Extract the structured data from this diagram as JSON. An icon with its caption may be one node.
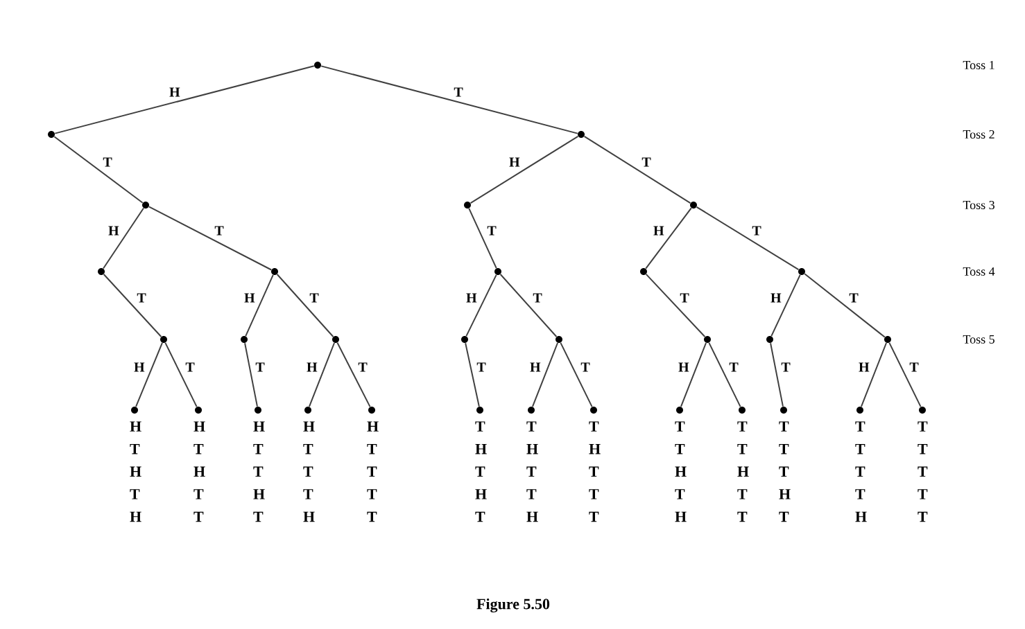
{
  "diagram": {
    "caption": "Figure 5.50",
    "nodes": [
      {
        "text": [],
        "shape": "circle"
      },
      {
        "text": [],
        "shape": "circle"
      },
      {
        "text": [],
        "shape": "circle"
      },
      {
        "text": [],
        "shape": "circle"
      },
      {
        "text": [],
        "shape": "circle"
      },
      {
        "text": [],
        "shape": "circle"
      },
      {
        "text": [],
        "shape": "circle"
      },
      {
        "text": [],
        "shape": "circle"
      },
      {
        "text": [],
        "shape": "circle"
      },
      {
        "text": [],
        "shape": "circle"
      },
      {
        "text": [],
        "shape": "circle"
      },
      {
        "text": [],
        "shape": "circle"
      },
      {
        "text": [],
        "shape": "circle"
      },
      {
        "text": [],
        "shape": "circle"
      },
      {
        "text": [],
        "shape": "circle"
      },
      {
        "text": [],
        "shape": "circle"
      },
      {
        "text": [],
        "shape": "circle"
      },
      {
        "text": [],
        "shape": "circle"
      },
      {
        "text": [],
        "shape": "circle"
      },
      {
        "text": [],
        "shape": "circle",
        "beside": [
          "H T H T H"
        ]
      },
      {
        "text": [],
        "shape": "circle",
        "beside": [
          "H T H T T"
        ]
      },
      {
        "text": [],
        "shape": "circle",
        "beside": [
          "H T T H T"
        ]
      },
      {
        "text": [],
        "shape": "circle",
        "beside": [
          "H T T T H"
        ]
      },
      {
        "text": [],
        "shape": "circle",
        "beside": [
          "H T T T T"
        ]
      },
      {
        "text": [],
        "shape": "circle",
        "beside": [
          "T H T H T"
        ]
      },
      {
        "text": [],
        "shape": "circle",
        "beside": [
          "T H T T H"
        ]
      },
      {
        "text": [],
        "shape": "circle",
        "beside": [
          "T H T T T"
        ]
      },
      {
        "text": [],
        "shape": "circle",
        "beside": [
          "T T H T H"
        ]
      },
      {
        "text": [],
        "shape": "circle",
        "beside": [
          "T T H T T"
        ]
      },
      {
        "text": [],
        "shape": "circle",
        "beside": [
          "T T T H T"
        ]
      },
      {
        "text": [],
        "shape": "circle",
        "beside": [
          "T T T T H"
        ]
      },
      {
        "text": [],
        "shape": "circle",
        "beside": [
          "T T T T T"
        ]
      }
    ],
    "edges": [
      {
        "from": 0,
        "to": 1,
        "arrow": "none",
        "label": "H"
      },
      {
        "from": 0,
        "to": 2,
        "arrow": "none",
        "label": "T"
      },
      {
        "from": 1,
        "to": 3,
        "arrow": "none",
        "label": "T"
      },
      {
        "from": 2,
        "to": 4,
        "arrow": "none",
        "label": "H"
      },
      {
        "from": 2,
        "to": 5,
        "arrow": "none",
        "label": "T"
      },
      {
        "from": 3,
        "to": 6,
        "arrow": "none",
        "label": "H"
      },
      {
        "from": 3,
        "to": 7,
        "arrow": "none",
        "label": "T"
      },
      {
        "from": 4,
        "to": 8,
        "arrow": "none",
        "label": "T"
      },
      {
        "from": 5,
        "to": 9,
        "arrow": "none",
        "label": "H"
      },
      {
        "from": 5,
        "to": 10,
        "arrow": "none",
        "label": "T"
      },
      {
        "from": 6,
        "to": 11,
        "arrow": "none",
        "label": "T"
      },
      {
        "from": 7,
        "to": 12,
        "arrow": "none",
        "label": "H"
      },
      {
        "from": 7,
        "to": 13,
        "arrow": "none",
        "label": "T"
      },
      {
        "from": 8,
        "to": 14,
        "arrow": "none",
        "label": "H"
      },
      {
        "from": 8,
        "to": 15,
        "arrow": "none",
        "label": "T"
      },
      {
        "from": 9,
        "to": 16,
        "arrow": "none",
        "label": "T"
      },
      {
        "from": 10,
        "to": 17,
        "arrow": "none",
        "label": "H"
      },
      {
        "from": 10,
        "to": 18,
        "arrow": "none",
        "label": "T"
      },
      {
        "from": 11,
        "to": 19,
        "arrow": "none",
        "label": "H"
      },
      {
        "from": 11,
        "to": 20,
        "arrow": "none",
        "label": "T"
      },
      {
        "from": 12,
        "to": 21,
        "arrow": "none",
        "label": "T"
      },
      {
        "from": 13,
        "to": 22,
        "arrow": "none",
        "label": "H"
      },
      {
        "from": 13,
        "to": 23,
        "arrow": "none",
        "label": "T"
      },
      {
        "from": 14,
        "to": 24,
        "arrow": "none",
        "label": "T"
      },
      {
        "from": 15,
        "to": 25,
        "arrow": "none",
        "label": "H"
      },
      {
        "from": 15,
        "to": 26,
        "arrow": "none",
        "label": "T"
      },
      {
        "from": 16,
        "to": 27,
        "arrow": "none",
        "label": "H"
      },
      {
        "from": 16,
        "to": 28,
        "arrow": "none",
        "label": "T"
      },
      {
        "from": 17,
        "to": 29,
        "arrow": "none",
        "label": "T"
      },
      {
        "from": 18,
        "to": 30,
        "arrow": "none",
        "label": "H"
      },
      {
        "from": 18,
        "to": 31,
        "arrow": "none",
        "label": "T"
      }
    ],
    "labels": [
      "Toss 1",
      "Toss 2",
      "Toss 3",
      "Toss 4",
      "Toss 5"
    ]
  }
}
